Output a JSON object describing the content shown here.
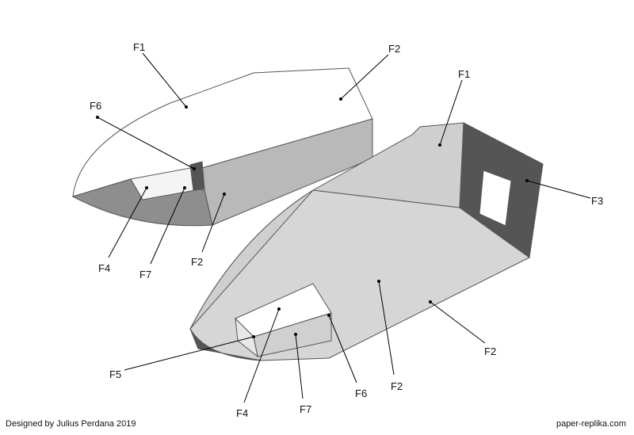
{
  "labels": {
    "l_f1": "F1",
    "l_f2": "F2",
    "r_f1": "F1",
    "l_f6": "F6",
    "r_f3": "F3",
    "l_f4": "F4",
    "l_f7": "F7",
    "l_f2b": "F2",
    "r_f2a": "F2",
    "r_f5": "F5",
    "r_f6": "F6",
    "r_f2b": "F2",
    "r_f4": "F4",
    "r_f7": "F7"
  },
  "footer": {
    "credit": "Designed by Julius Perdana 2019",
    "site": "paper-replika.com"
  }
}
